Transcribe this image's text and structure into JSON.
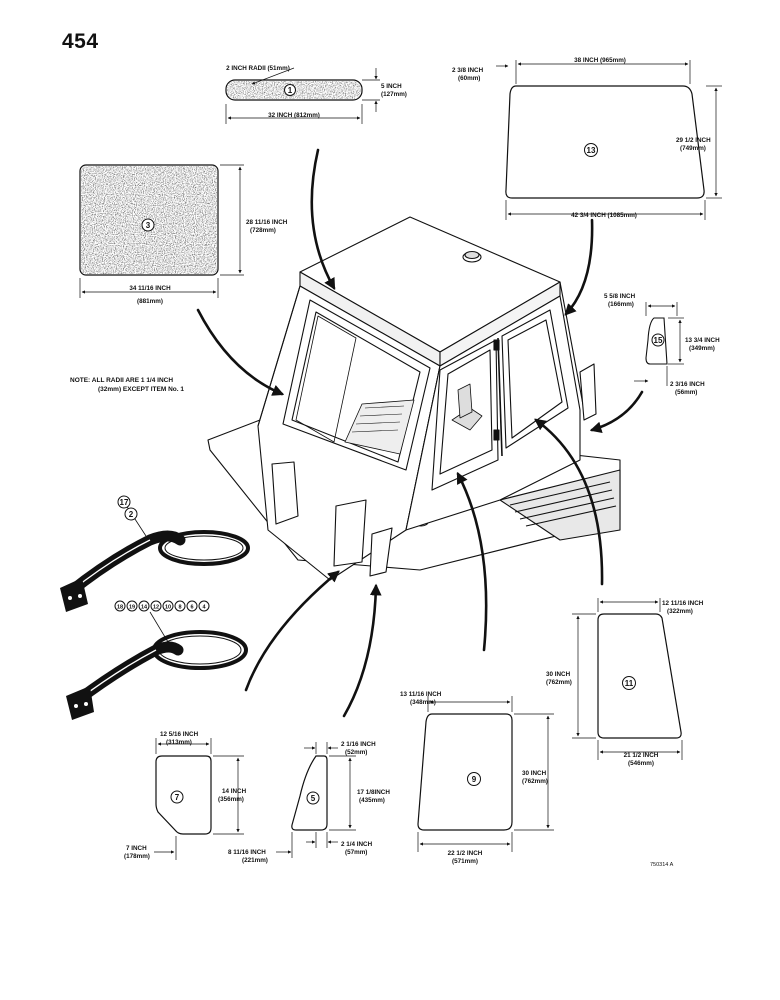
{
  "page_number": "454",
  "note": {
    "line1": "NOTE:  ALL RADII ARE 1 1/4 INCH",
    "line2": "(32mm) EXCEPT ITEM No. 1"
  },
  "reference_code": "750314 A",
  "parts": {
    "p1": {
      "item": "1",
      "radii": "2 INCH RADII (51mm)",
      "height_in": "5 INCH",
      "height_mm": "(127mm)",
      "width": "32 INCH (812mm)"
    },
    "p13": {
      "item": "13",
      "offset_in": "2 3/8 INCH",
      "offset_mm": "(60mm)",
      "top": "38 INCH (965mm)",
      "height_in": "29 1/2 INCH",
      "height_mm": "(749mm)",
      "bottom": "42 3/4 INCH (1085mm)"
    },
    "p3": {
      "item": "3",
      "height_in": "28 11/16 INCH",
      "height_mm": "(728mm)",
      "width_in": "34 11/16 INCH",
      "width_mm": "(881mm)"
    },
    "p15": {
      "item": "15",
      "top_in": "5 5/8 INCH",
      "top_mm": "(166mm)",
      "height_in": "13 3/4 INCH",
      "height_mm": "(349mm)",
      "bottom_in": "2 3/16 INCH",
      "bottom_mm": "(56mm)"
    },
    "p11": {
      "item": "11",
      "top_in": "12 11/16 INCH",
      "top_mm": "(322mm)",
      "height_in": "30 INCH",
      "height_mm": "(762mm)",
      "bottom_in": "21 1/2 INCH",
      "bottom_mm": "(546mm)"
    },
    "p9": {
      "item": "9",
      "top_in": "13 11/16 INCH",
      "top_mm": "(348mm)",
      "height_in": "30 INCH",
      "height_mm": "(762mm)",
      "bottom_in": "22 1/2 INCH",
      "bottom_mm": "(571mm)"
    },
    "p7": {
      "item": "7",
      "top_in": "12 5/16 INCH",
      "top_mm": "(313mm)",
      "height_in": "14 INCH",
      "height_mm": "(356mm)",
      "bottom_in": "7 INCH",
      "bottom_mm": "(178mm)"
    },
    "p5": {
      "item": "5",
      "top_in": "2 1/16 INCH",
      "top_mm": "(52mm)",
      "height_in": "17 1/8INCH",
      "height_mm": "(435mm)",
      "bottom_in": "2 1/4 INCH",
      "bottom_mm": "(57mm)",
      "left_in": "8 11/16 INCH",
      "left_mm": "(221mm)"
    }
  },
  "seals": {
    "seal_a_items": [
      "17",
      "2"
    ],
    "seal_b_items": [
      "18",
      "19",
      "14",
      "12",
      "10",
      "8",
      "6",
      "4"
    ]
  }
}
